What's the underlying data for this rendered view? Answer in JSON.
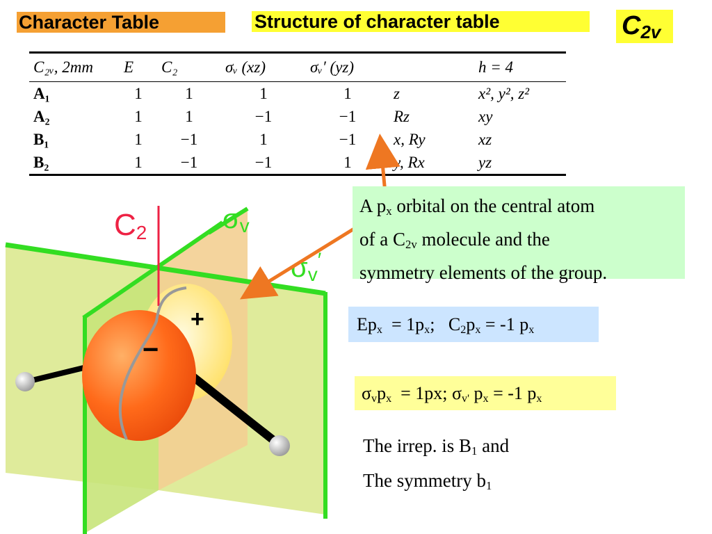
{
  "titles": {
    "left": "Character Table",
    "middle": "Structure of character table",
    "group_main": "C",
    "group_sub": "2v"
  },
  "table": {
    "headers": [
      "C₂ᵥ, 2mm",
      "E",
      "C₂",
      "σᵥ (xz)",
      "σᵥ′ (yz)",
      "",
      "h = 4"
    ],
    "rows": [
      {
        "irrep": "A₁",
        "chars": [
          "1",
          "1",
          "1",
          "1"
        ],
        "linear": "z",
        "quadratic": "x², y², z²"
      },
      {
        "irrep": "A₂",
        "chars": [
          "1",
          "1",
          "−1",
          "−1"
        ],
        "linear": "Rz",
        "quadratic": "xy"
      },
      {
        "irrep": "B₁",
        "chars": [
          "1",
          "−1",
          "1",
          "−1"
        ],
        "linear": "x, Ry",
        "quadratic": "xz"
      },
      {
        "irrep": "B₂",
        "chars": [
          "1",
          "−1",
          "−1",
          "1"
        ],
        "linear": "y, Rx",
        "quadratic": "yz"
      }
    ]
  },
  "note": {
    "line1_a": "A p",
    "line1_sub": "x",
    "line1_b": " orbital on the central atom",
    "line2_a": "of a C",
    "line2_sub": "2v",
    "line2_b": " molecule and the",
    "line3": "symmetry elements of the group."
  },
  "eq1": {
    "t1": "Ep",
    "s1": "x",
    "t2": "  = 1p",
    "s2": "x",
    "t3": ";   C",
    "s3": "2",
    "t4": "p",
    "s4": "x",
    "t5": " = -1 p",
    "s5": "x"
  },
  "eq2": {
    "t1": "σ",
    "s1": "v",
    "t2": "p",
    "s2": "x",
    "t3": "  = 1px; σ",
    "s3": "v'",
    "t4": " p",
    "s4": "x",
    "t5": " = -1 p",
    "s5": "x"
  },
  "conclusion": {
    "line1_a": "The irrep.  is B",
    "line1_sub": "1",
    "line1_b": " and",
    "line2_a": "The symmetry b",
    "line2_sub": "1"
  },
  "diagram": {
    "c2_label": "C",
    "c2_sub": "2",
    "sigma_v_label": "σ",
    "sigma_v_sub": "v",
    "sigma_vp_label": "σ",
    "sigma_vp_sub": "v",
    "sigma_vp_prime": "′",
    "plus_label": "+",
    "minus_label": "−"
  },
  "colors": {
    "orange_header": "#f5a033",
    "yellow_header": "#ffff33",
    "note_bg": "#ccffcc",
    "eq1_bg": "#cce5ff",
    "eq2_bg": "#ffff99",
    "arrow": "#ee7722",
    "plane_edge": "#33dd22",
    "c2_axis": "#ee2244"
  }
}
